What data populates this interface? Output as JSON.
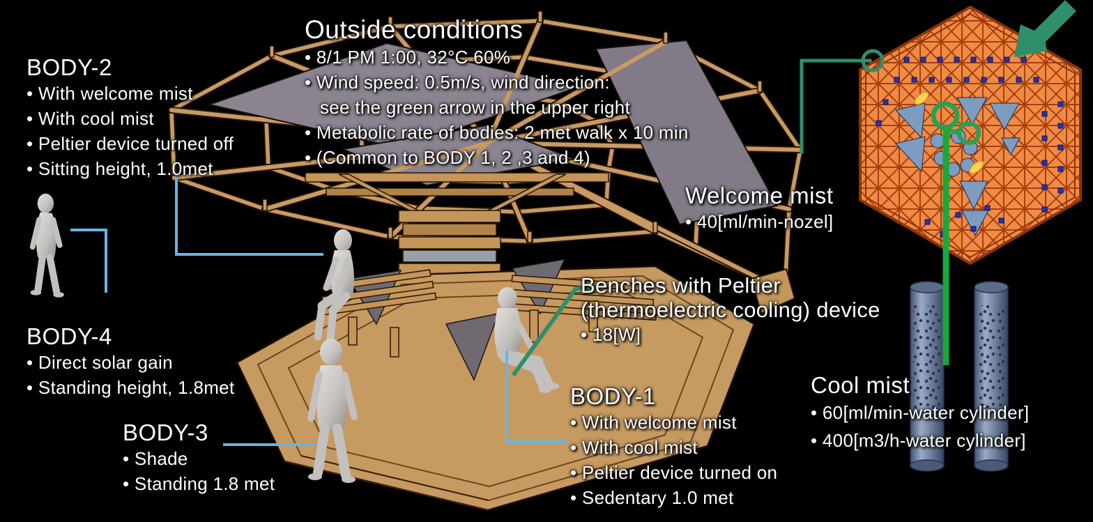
{
  "outside_conditions": {
    "title": "Outside conditions",
    "items": [
      "• 8/1 PM 1:00, 32°C 60%",
      "• Wind speed: 0.5m/s, wind direction:",
      "see the green arrow in the upper right",
      "• Metabolic rate of bodies: 2 met walk x 10 min",
      "• (Common to BODY 1, 2 ,3 and 4)"
    ]
  },
  "body2": {
    "title": "BODY-2",
    "items": [
      "• With welcome mist",
      "• With cool mist",
      "• Peltier device turned off",
      "• Sitting height, 1.0met"
    ]
  },
  "body4": {
    "title": "BODY-4",
    "items": [
      "• Direct solar gain",
      "• Standing height, 1.8met"
    ]
  },
  "body3": {
    "title": "BODY-3",
    "items": [
      "• Shade",
      "• Standing 1.8 met"
    ]
  },
  "body1": {
    "title": "BODY-1",
    "items": [
      "• With welcome mist",
      "• With cool mist",
      "• Peltier device turned on",
      "• Sedentary 1.0 met"
    ]
  },
  "benches": {
    "title_line1": "Benches with Peltier",
    "title_line2": "(thermoelectric cooling) device",
    "items": [
      "• 18[W]"
    ]
  },
  "welcome_mist": {
    "title": "Welcome mist",
    "items": [
      "• 40[ml/min-nozel]"
    ]
  },
  "cool_mist": {
    "title": "Cool mist",
    "items": [
      "• 60[ml/min-water cylinder]",
      "• 400[m3/h-water cylinder]"
    ]
  },
  "colors": {
    "background": "#000000",
    "callout_blue": "#66b5e3",
    "mist_line_green": "#17a93b",
    "teal_green": "#2e8f6a",
    "hexagon_orange": "#ef8b45",
    "truss_orange": "#a63f0e",
    "wood_tan": "#c89a62",
    "panel_gray": "#8a8290",
    "nozzle_dot_blue": "#2433b5",
    "cylinder_blue": "#7086ad"
  }
}
